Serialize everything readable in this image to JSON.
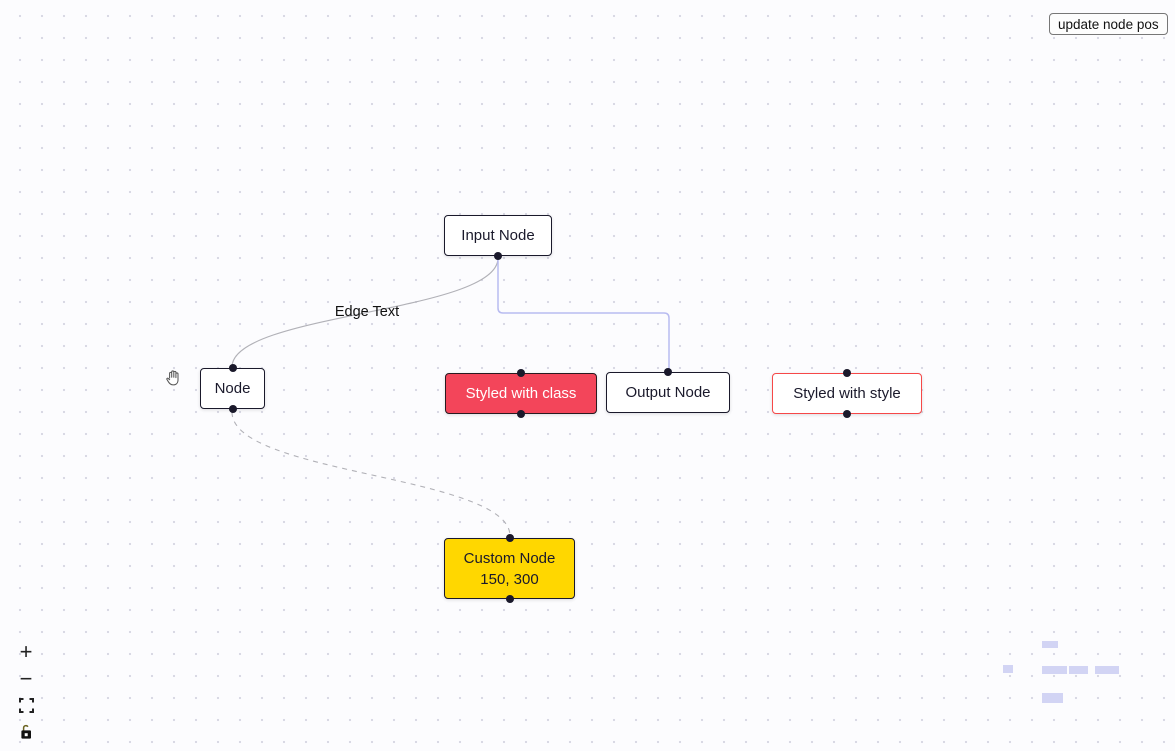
{
  "header": {
    "update_node_pos_button": "update node pos"
  },
  "nodes": {
    "input": {
      "label": "Input Node"
    },
    "default_node": {
      "label": "Node"
    },
    "styled_class": {
      "label": "Styled with class"
    },
    "output": {
      "label": "Output Node"
    },
    "styled_style": {
      "label": "Styled with style"
    },
    "custom": {
      "label": "Custom Node",
      "position_label": "150, 300"
    }
  },
  "edges": {
    "bezier_label": "Edge Text"
  },
  "controls": {
    "zoom_in_glyph": "+",
    "zoom_out_glyph": "−"
  },
  "icons": {
    "zoom_in": "plus-icon",
    "zoom_out": "minus-icon",
    "fit_view": "fit-view-icon",
    "lock": "lock-icon",
    "cursor": "grab-hand-cursor"
  },
  "colors": {
    "canvas_bg": "#fcfcfe",
    "background_dot": "#d7d7e2",
    "node_border": "#1a192b",
    "node_bg": "#ffffff",
    "red_node_bg": "#f3455a",
    "red_node_text": "#ffffff",
    "style_node_border": "#f64848",
    "custom_node_bg": "#ffd700",
    "edge_default": "#b1b1b7",
    "edge_step": "#b8bbf0",
    "handle": "#1a192b",
    "minimap_node": "#d2d4f4"
  }
}
